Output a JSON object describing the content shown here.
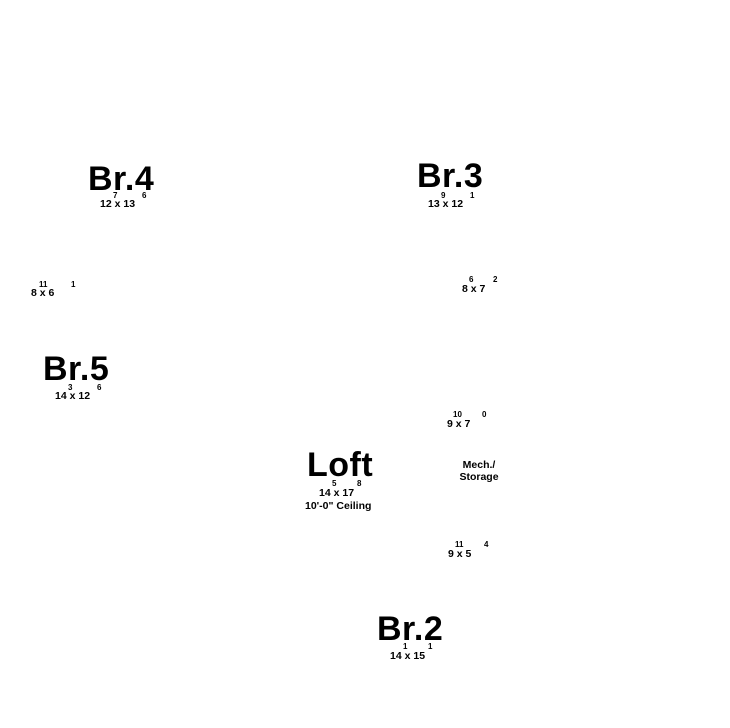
{
  "rooms": {
    "br4": {
      "name": "Br.4",
      "w": "12",
      "w_in": "7",
      "x": "x",
      "h": "13",
      "h_in": "6"
    },
    "br3": {
      "name": "Br.3",
      "w": "13",
      "w_in": "9",
      "x": "x",
      "h": "12",
      "h_in": "1"
    },
    "br5": {
      "name": "Br.5",
      "w": "14",
      "w_in": "3",
      "x": "x",
      "h": "12",
      "h_in": "6"
    },
    "loft": {
      "name": "Loft",
      "w": "14",
      "w_in": "5",
      "x": "x",
      "h": "17",
      "h_in": "8",
      "note": "10'-0\" Ceiling"
    },
    "br2": {
      "name": "Br.2",
      "w": "14",
      "w_in": "1",
      "x": "x",
      "h": "15",
      "h_in": "1"
    },
    "mech": {
      "line1": "Mech./",
      "line2": "Storage"
    }
  },
  "spaces": {
    "s1": {
      "w": "8",
      "w_in": "11",
      "x": "x",
      "h": "6",
      "h_in": "1"
    },
    "s2": {
      "w": "8",
      "w_in": "6",
      "x": "x",
      "h": "7",
      "h_in": "2"
    },
    "s3": {
      "w": "9",
      "w_in": "10",
      "x": "x",
      "h": "7",
      "h_in": "0"
    },
    "s4": {
      "w": "9",
      "w_in": "11",
      "x": "x",
      "h": "5",
      "h_in": "4"
    }
  }
}
